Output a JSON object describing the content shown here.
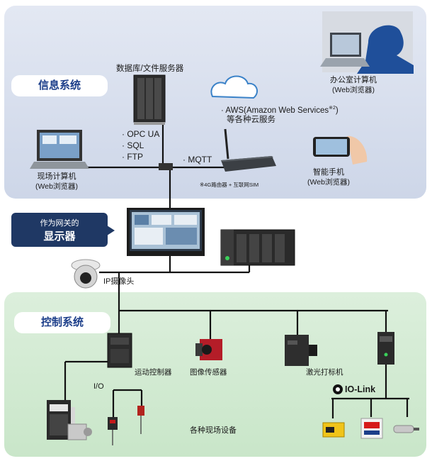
{
  "info_system": {
    "label": "信息系统",
    "db_server": "数据库/文件服务器",
    "protocols": [
      "OPC UA",
      "SQL",
      "FTP"
    ],
    "mqtt": "MQTT",
    "cloud_line1": "AWS(Amazon Web Services",
    "cloud_sup": "※2",
    "cloud_line1_end": ")",
    "cloud_line2": "等各种云服务",
    "office_pc": "办公室计算机",
    "office_pc_sub": "(Web浏览器)",
    "smartphone": "智能手机",
    "smartphone_sub": "(Web浏览器)",
    "field_pc": "现场计算机",
    "field_pc_sub": "(Web浏览器)",
    "router_note": "※4G路由器 + 互联网SIM"
  },
  "gateway": {
    "line1": "作为网关的",
    "line2": "显示器"
  },
  "ip_camera": "IP摄像头",
  "control_system": {
    "label": "控制系统",
    "motion_controller": "运动控制器",
    "image_sensor": "图像传感器",
    "laser_marker": "激光打标机",
    "io": "I/O",
    "iolink": "IO-Link",
    "field_devices": "各种现场设备"
  },
  "colors": {
    "info_bg": "#d6dcec",
    "ctrl_bg": "#d2ead2",
    "label_text": "#1d3f8a",
    "gateway_bubble": "#1f3864",
    "wire": "#111111"
  }
}
